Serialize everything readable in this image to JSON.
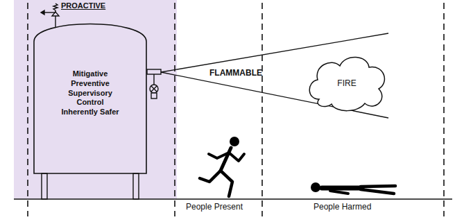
{
  "diagram": {
    "nodes": [
      {
        "text": [
          "PROACTIVE"
        ]
      },
      {
        "text": [
          "Mitigative Preventive Supervisory Control Inherently Safer"
        ],
        "in": 0
      },
      {
        "text": [
          "FLAMMABLE"
        ]
      },
      {
        "text": [
          "FIRE"
        ]
      }
    ],
    "labels": [
      "People Present",
      "People Harmed"
    ]
  }
}
